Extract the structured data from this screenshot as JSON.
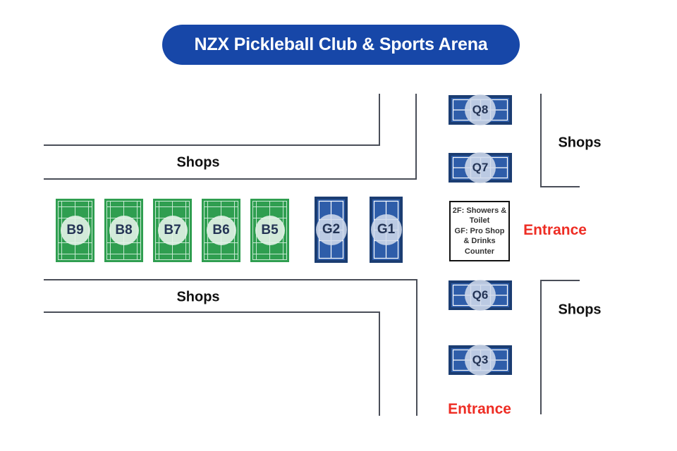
{
  "title": "NZX Pickleball Club & Sports Arena",
  "areas": {
    "shops_top": "Shops",
    "shops_right_top": "Shops",
    "shops_bottom": "Shops",
    "shops_right_bottom": "Shops",
    "entrance_right": "Entrance",
    "entrance_bottom": "Entrance"
  },
  "courts": {
    "badminton": [
      "B9",
      "B8",
      "B7",
      "B6",
      "B5"
    ],
    "g_courts": [
      "G2",
      "G1"
    ],
    "q_courts": [
      "Q8",
      "Q7",
      "Q6",
      "Q3"
    ]
  },
  "info_box": {
    "lines": [
      "2F: Showers &",
      "Toilet",
      "GF: Pro Shop",
      "& Drinks",
      "Counter"
    ]
  },
  "colors": {
    "banner-blue": "#1747a8",
    "court-green": "#2f9e50",
    "court-blue": "#2e5da9",
    "court-navy": "#1b3d72",
    "entrance-red": "#ee2d24",
    "wall-gray": "#4a4e58"
  }
}
